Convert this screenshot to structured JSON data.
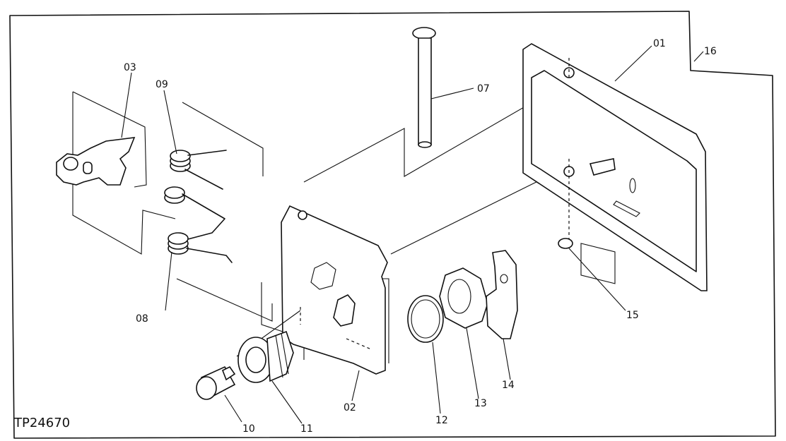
{
  "diagram": {
    "figure_id": "TP24670",
    "callouts": {
      "p01": "01",
      "p02": "02",
      "p03": "03",
      "p07": "07",
      "p08": "08",
      "p09": "09",
      "p10": "10",
      "p11": "11",
      "p12": "12",
      "p13": "13",
      "p14": "14",
      "p15": "15",
      "p16": "16"
    }
  }
}
